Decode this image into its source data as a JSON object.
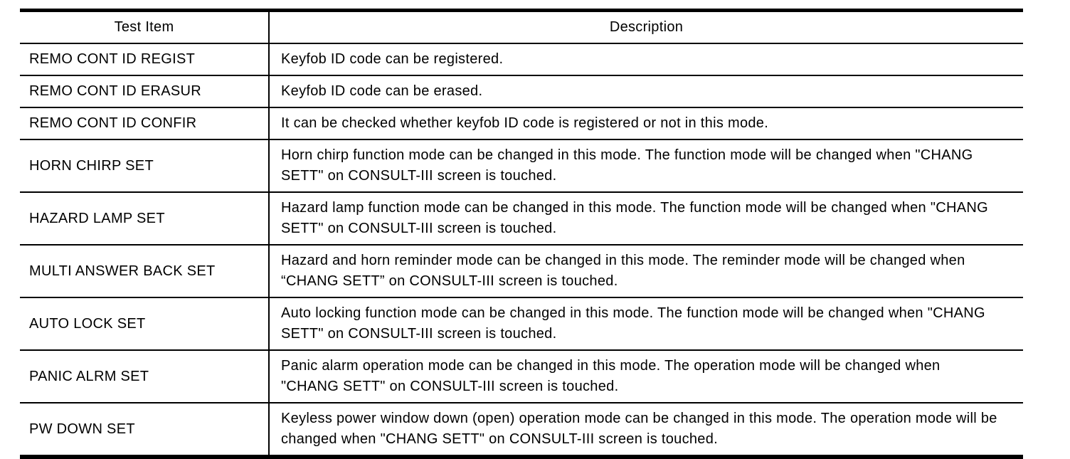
{
  "table": {
    "columns": [
      {
        "label": "Test Item"
      },
      {
        "label": "Description"
      }
    ],
    "rows": [
      {
        "item": "REMO CONT ID REGIST",
        "description": "Keyfob ID code can be registered."
      },
      {
        "item": "REMO CONT ID ERASUR",
        "description": "Keyfob ID code can be erased."
      },
      {
        "item": "REMO CONT ID CONFIR",
        "description": "It can be checked whether keyfob ID code is registered or not in this mode."
      },
      {
        "item": "HORN CHIRP SET",
        "description": "Horn chirp function mode can be changed in this mode. The function mode will be changed when \"CHANG SETT\" on CONSULT-III screen is touched."
      },
      {
        "item": "HAZARD LAMP SET",
        "description": "Hazard lamp function mode can be changed in this mode. The function mode will be changed when \"CHANG SETT\" on CONSULT-III screen is touched."
      },
      {
        "item": "MULTI ANSWER BACK SET",
        "description": "Hazard and horn reminder mode can be changed in this mode. The reminder mode will be changed when “CHANG SETT” on CONSULT-III screen is touched."
      },
      {
        "item": "AUTO LOCK SET",
        "description": "Auto locking function mode can be changed in this mode. The function mode will be changed when \"CHANG SETT\" on CONSULT-III screen is touched."
      },
      {
        "item": "PANIC ALRM SET",
        "description": "Panic alarm operation mode can be changed in this mode. The operation mode will be changed when \"CHANG SETT\" on CONSULT-III screen is touched."
      },
      {
        "item": "PW DOWN SET",
        "description": "Keyless power window down (open) operation mode can be changed in this mode. The operation mode will be changed when \"CHANG SETT\" on CONSULT-III screen is touched."
      }
    ]
  },
  "colors": {
    "border": "#000000",
    "text": "#000000",
    "background": "#ffffff"
  }
}
